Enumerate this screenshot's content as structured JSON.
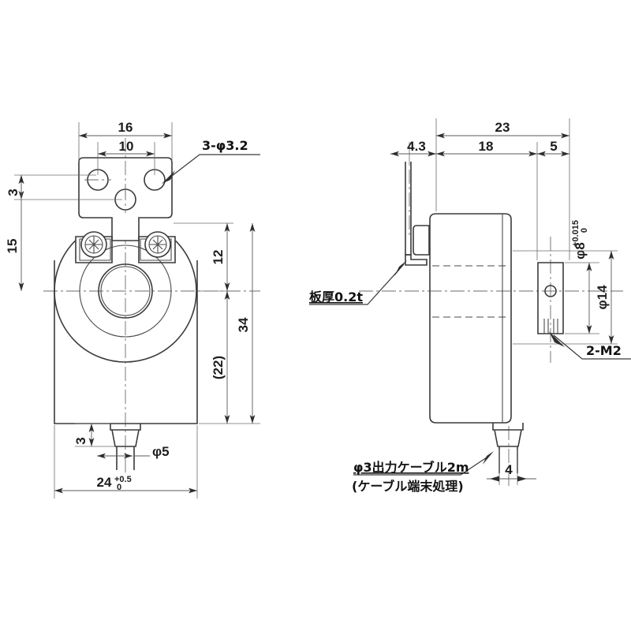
{
  "drawing": {
    "title": "Sensor mechanical outline drawing",
    "units": "mm",
    "line_color": "#3a3a3a",
    "text_color": "#1d1d1d",
    "background": "#ffffff"
  },
  "views": {
    "front": {
      "name": "front-view",
      "dimensions": {
        "bracket_width": "16",
        "hole_pitch": "10",
        "hole_callout": "3-φ3.2",
        "edge_to_hole": "3",
        "top_to_center": "15",
        "center_to_top_face": "12",
        "overall_height": "34",
        "body_height": "(22)",
        "cable_boss_height": "3",
        "cable_boss_dia": "φ5",
        "body_width": "24",
        "body_width_tol_upper": "+0.5",
        "body_width_tol_lower": "0"
      }
    },
    "side": {
      "name": "side-view",
      "dimensions": {
        "overall_length": "23",
        "bracket_offset": "4.3",
        "body_length": "18",
        "shaft_length": "5",
        "shaft_dia": "φ8",
        "shaft_dia_tol_upper": "+0.015",
        "shaft_dia_tol_lower": "0",
        "flange_dia": "φ14",
        "cable_offset": "4",
        "thread_callout": "2-M2",
        "plate_thickness_note": "板厚0.2t"
      },
      "notes": {
        "cable_line1": "φ3出力ケーブル2m",
        "cable_line2": "(ケーブル端末処理)"
      }
    }
  }
}
